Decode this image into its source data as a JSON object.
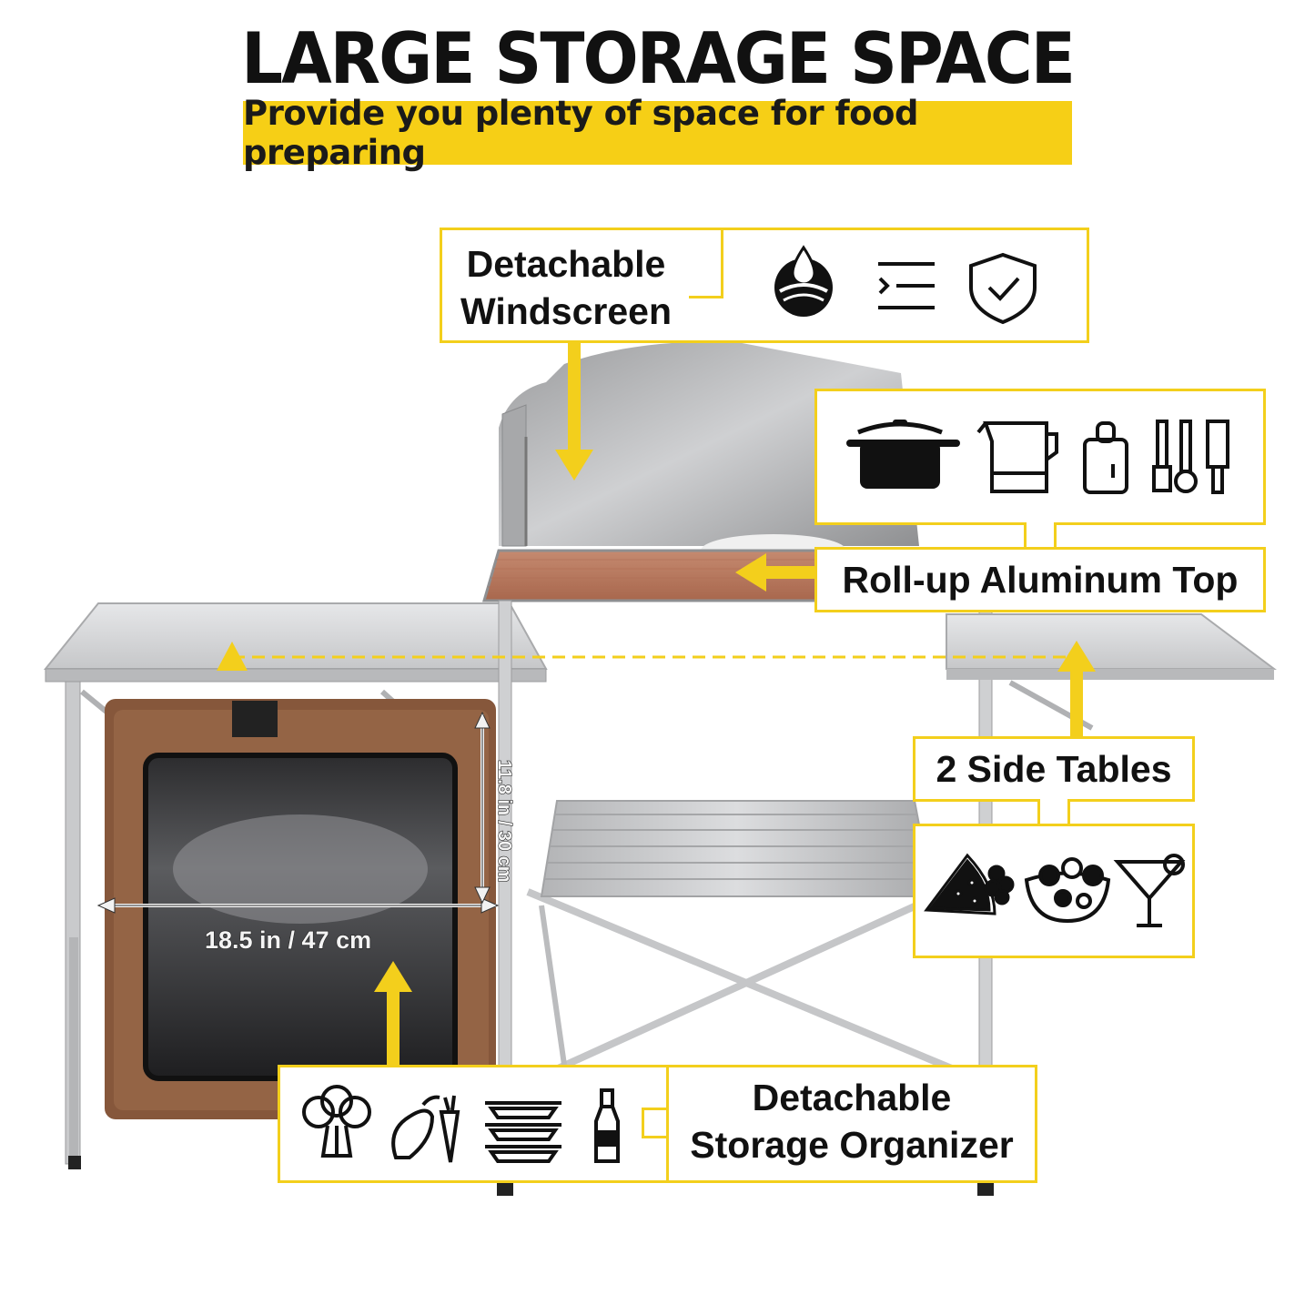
{
  "header": {
    "title": "LARGE STORAGE SPACE",
    "subtitle": "Provide you plenty of space for food preparing"
  },
  "callouts": {
    "windscreen": {
      "line1": "Detachable",
      "line2": "Windscreen",
      "icons": [
        "waterproof-icon",
        "layers-icon",
        "shield-check-icon"
      ]
    },
    "top": {
      "label": "Roll-up Aluminum Top",
      "icons": [
        "cooking-pot-icon",
        "kettle-icon",
        "cutting-board-icon",
        "kitchen-utensils-icon"
      ]
    },
    "side_tables": {
      "label": "2 Side Tables",
      "icons": [
        "fruit-icon",
        "salad-bowl-icon",
        "cocktail-icon"
      ]
    },
    "organizer": {
      "line1": "Detachable",
      "line2": "Storage Organizer",
      "icons": [
        "broccoli-icon",
        "vegetables-icon",
        "stacked-plates-icon",
        "bottle-icon"
      ]
    }
  },
  "dimensions": {
    "width_label": "18.5 in / 47 cm",
    "height_label": "11.8 in / 30 cm"
  },
  "colors": {
    "accent_yellow": "#f6cf16",
    "aluminum": "#c8c9cb",
    "organizer_brown": "#8a5a3c",
    "top_wood": "#b9795f"
  }
}
